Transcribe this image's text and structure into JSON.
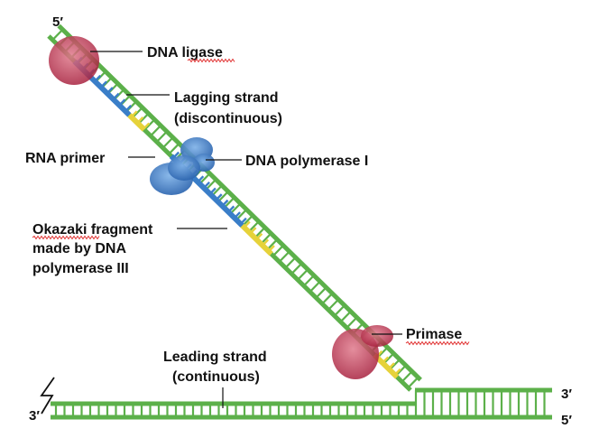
{
  "labels": {
    "ligase": "DNA ligase",
    "lagging_1": "Lagging strand",
    "lagging_2": "(discontinuous)",
    "rna_primer": "RNA  primer",
    "pol1": "DNA polymerase I",
    "okazaki_1": "Okazaki fragment",
    "okazaki_2": "made by DNA",
    "okazaki_3": "polymerase III",
    "primase": "Primase",
    "leading_1": "Leading strand",
    "leading_2": "(continuous)"
  },
  "ends": {
    "top_5": "5′",
    "right_3": "3′",
    "right_5": "5′",
    "left_3": "3′"
  },
  "colors": {
    "backbone": "#5cb04a",
    "backbone_dark": "#2f7a2a",
    "fragment": "#3a7ec8",
    "primer": "#e6d23a",
    "enzyme_red": "#b8334f",
    "enzyme_blue": "#3e7cc4"
  }
}
